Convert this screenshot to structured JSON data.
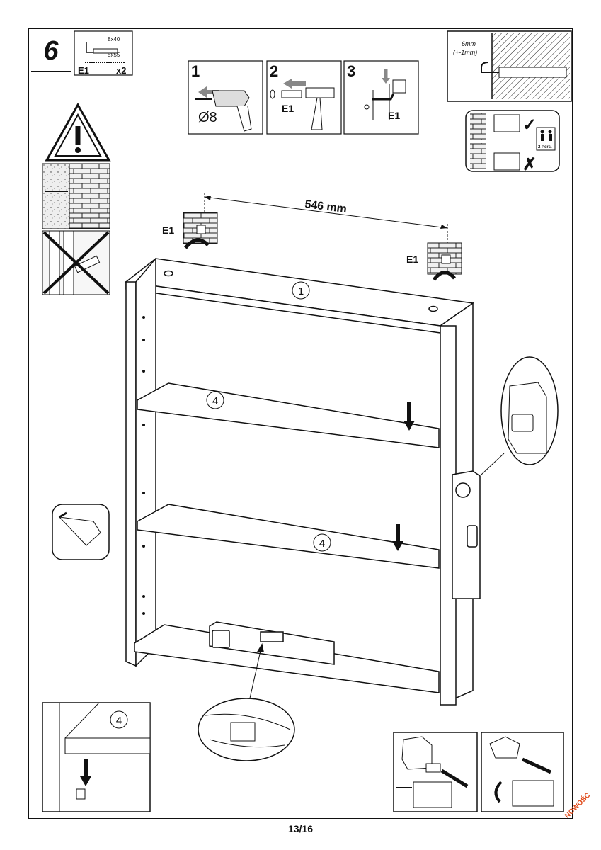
{
  "step": {
    "number": "6"
  },
  "fixings": {
    "code": "E1",
    "qty": "x2",
    "spec_a": "8x40",
    "spec_b": "5x55"
  },
  "substeps": [
    {
      "num": "1",
      "label": "Ø8"
    },
    {
      "num": "2",
      "label": "E1"
    },
    {
      "num": "3",
      "label": "E1"
    }
  ],
  "wall_gap": {
    "label_a": "6mm",
    "label_b": "(+-1mm)"
  },
  "persons": {
    "label": "2 Pers."
  },
  "checks": {
    "ok": "✓",
    "bad": "✗"
  },
  "dimension": {
    "label": "546 mm"
  },
  "hooks": {
    "left_label": "E1",
    "right_label": "E1"
  },
  "parts": {
    "top": "1",
    "shelf_a": "4",
    "shelf_b": "4",
    "detail_shelf": "4"
  },
  "footer": {
    "page": "13/16",
    "stamp": "NOWOŚĆ"
  }
}
